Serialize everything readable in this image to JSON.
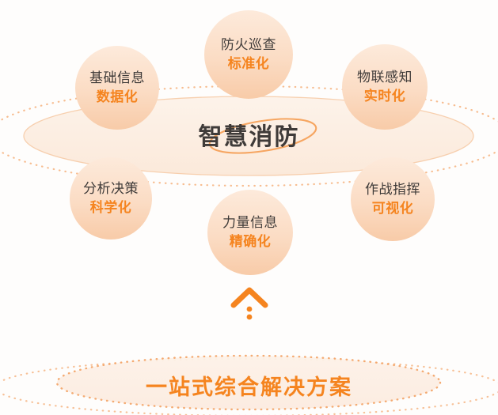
{
  "theme": {
    "background": "#fefdfc",
    "accent_orange": "#f5841f",
    "dark_text": "#3f3b39",
    "circle_fill_top": "#fdeadb",
    "circle_fill_bottom": "#f8cba8",
    "ellipse_stroke": "#f6c9a4",
    "dotted_stroke": "#f4a76c"
  },
  "center": {
    "title": "智慧消防"
  },
  "nodes": [
    {
      "title": "防火巡查",
      "subtitle": "标准化"
    },
    {
      "title": "基础信息",
      "subtitle": "数据化"
    },
    {
      "title": "物联感知",
      "subtitle": "实时化"
    },
    {
      "title": "分析决策",
      "subtitle": "科学化"
    },
    {
      "title": "作战指挥",
      "subtitle": "可视化"
    },
    {
      "title": "力量信息",
      "subtitle": "精确化"
    }
  ],
  "connector": {
    "icon": "chevron-up-icon"
  },
  "banner": {
    "text": "一站式综合解决方案"
  }
}
